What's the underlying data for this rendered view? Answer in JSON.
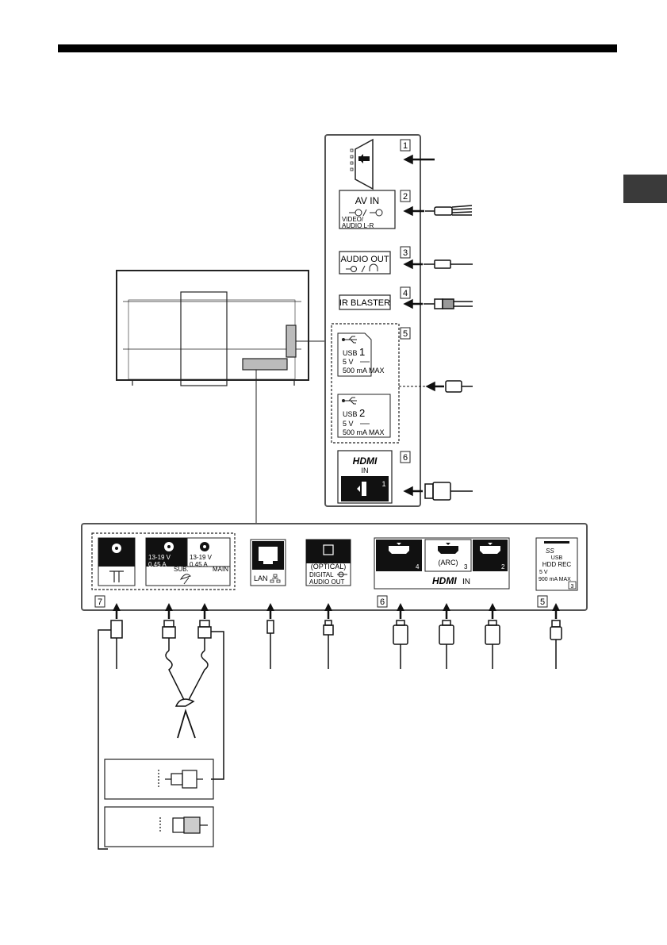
{
  "side_panel": {
    "num_1": "1",
    "num_2": "2",
    "num_3": "3",
    "num_4": "4",
    "num_5": "5",
    "num_6": "6",
    "av_in": "AV IN",
    "av_in_sub": "VIDEO/",
    "av_in_sub2": "AUDIO L-R",
    "audio_out": "AUDIO OUT",
    "ir_blaster": "IR BLASTER",
    "usb1_label": "USB",
    "usb1_num": "1",
    "usb1_volt": "5 V",
    "usb1_max": "500 mA MAX",
    "usb2_label": "USB",
    "usb2_num": "2",
    "usb2_volt": "5 V",
    "usb2_max": "500 mA MAX",
    "hdmi_logo": "HDMI",
    "hdmi_in": "IN",
    "hdmi_port": "1"
  },
  "bottom_panel": {
    "num_7": "7",
    "num_6": "6",
    "num_5": "5",
    "sat_sub_v": "13-19 V",
    "sat_sub_a": "0.45 A",
    "sat_sub": "SUB.",
    "sat_main_v": "13-19 V",
    "sat_main_a": "0.45 A",
    "sat_main": "MAIN",
    "lan": "LAN",
    "optical": "(OPTICAL)",
    "digital": "DIGITAL",
    "audio_out": "AUDIO OUT",
    "hdmi4": "4",
    "hdmi3": "3",
    "hdmi2": "2",
    "arc": "(ARC)",
    "hdmi_logo": "HDMI",
    "hdmi_in": "IN",
    "usb_ss": "SS",
    "usb_label": "USB",
    "hdd_rec": "HDD REC",
    "usb_volt": "5 V",
    "usb_max": "900 mA MAX",
    "usb_port": "3"
  },
  "colors": {
    "ink": "#1a1a1a",
    "frame": "#444444",
    "side_tab": "#3a3a3a"
  }
}
